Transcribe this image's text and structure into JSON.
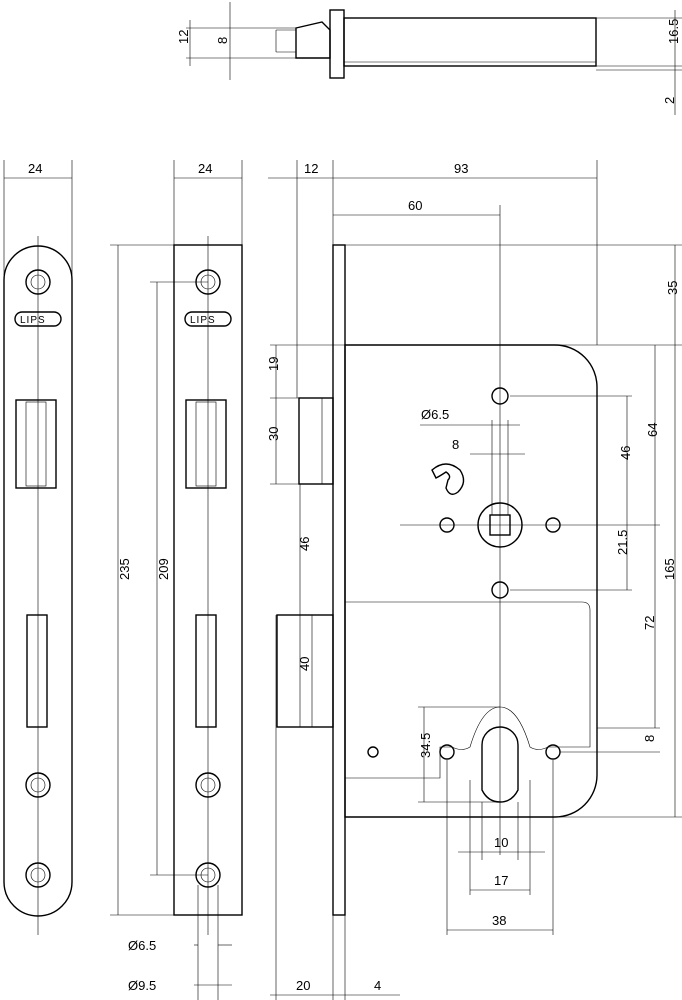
{
  "logo": "LIPS",
  "dims": {
    "top_12": "12",
    "top_8": "8",
    "top_16_5": "16.5",
    "top_2": "2",
    "faceplate_width_a": "24",
    "faceplate_width_b": "24",
    "forend_12": "12",
    "case_93": "93",
    "backset_60": "60",
    "faceplate_235": "235",
    "hole_209": "209",
    "top_35": "35",
    "latch_19": "19",
    "latch_30": "30",
    "spindle_d65": "Ø6.5",
    "spindle_8": "8",
    "v_46_right": "46",
    "v_64": "64",
    "v_46_left": "46",
    "v_21_5": "21.5",
    "v_165": "165",
    "bolt_40": "40",
    "v_72": "72",
    "cyl_34_5": "34.5",
    "cyl_8": "8",
    "cyl_10": "10",
    "cyl_17": "17",
    "cyl_38": "38",
    "screw_d65": "Ø6.5",
    "screw_d95": "Ø9.5",
    "bottom_20": "20",
    "bottom_4": "4"
  }
}
